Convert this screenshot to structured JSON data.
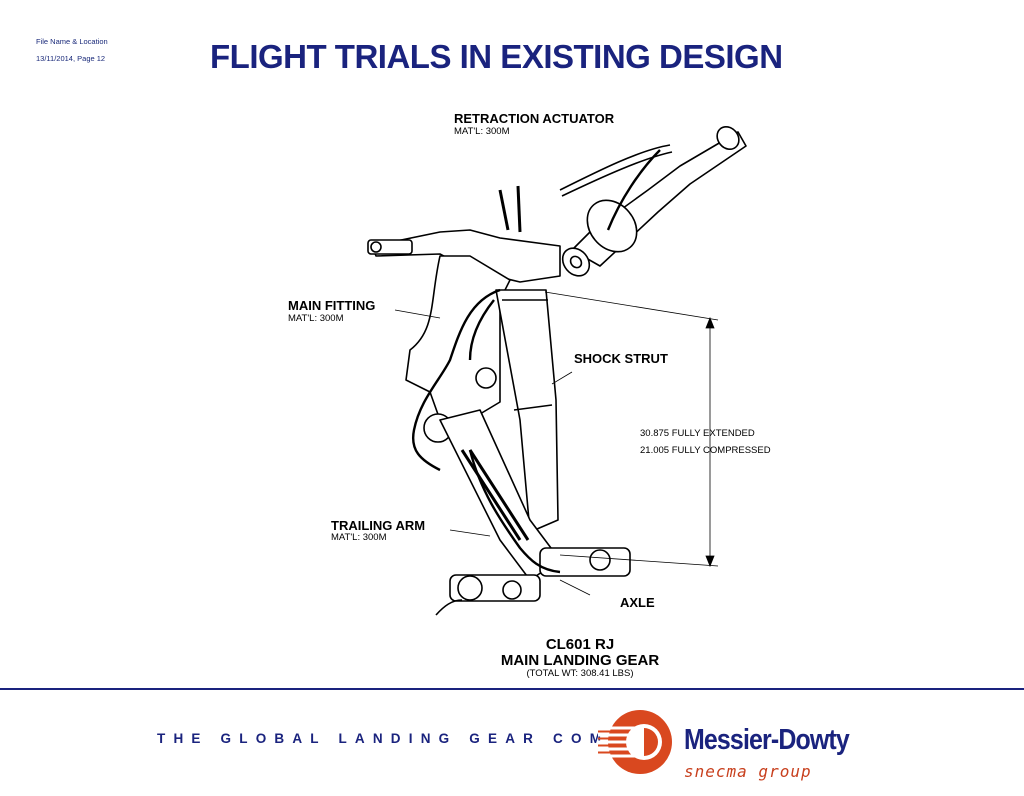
{
  "header": {
    "file_location": "File Name & Location",
    "date_page": "13/11/2014,  Page 12",
    "title": "FLIGHT TRIALS IN EXISTING DESIGN"
  },
  "diagram": {
    "retraction_actuator": {
      "label": "RETRACTION ACTUATOR",
      "material": "MAT'L: 300M"
    },
    "main_fitting": {
      "label": "MAIN FITTING",
      "material": "MAT'L: 300M"
    },
    "shock_strut": {
      "label": "SHOCK STRUT"
    },
    "trailing_arm": {
      "label": "TRAILING ARM",
      "material": "MAT'L: 300M"
    },
    "axle": {
      "label": "AXLE"
    },
    "dimension_extended": "30.875 FULLY EXTENDED",
    "dimension_compressed": "21.005 FULLY COMPRESSED",
    "caption_line1": "CL601 RJ",
    "caption_line2": "MAIN LANDING GEAR",
    "caption_line3": "(TOTAL WT: 308.41 LBS)"
  },
  "footer": {
    "tagline": "THE GLOBAL LANDING GEAR COMPANY",
    "brand": "Messier-Dowty",
    "brand_sub": "snecma group",
    "colors": {
      "navy": "#1a237e",
      "orange": "#d9481f"
    }
  }
}
